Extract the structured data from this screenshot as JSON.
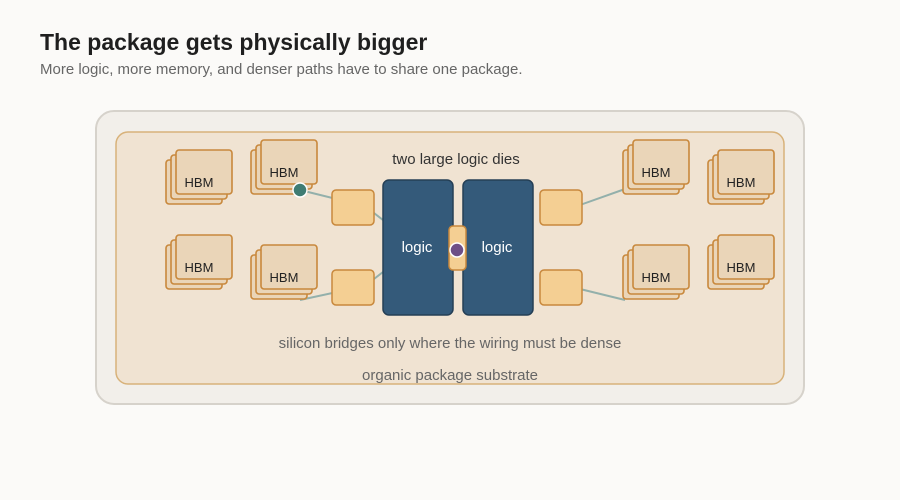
{
  "header": {
    "title": "The package gets physically bigger",
    "subtitle": "More logic, more memory, and denser paths have to share one package."
  },
  "diagram": {
    "label_dies": "two large logic dies",
    "label_bridges": "silicon bridges only where the wiring must be dense",
    "label_substrate": "organic package substrate",
    "logic_left": "logic",
    "logic_right": "logic",
    "hbm_label": "HBM",
    "colors": {
      "outer_frame": "#f2efea",
      "substrate": "#f0e3d2",
      "substrate_border": "#d8b27a",
      "hbm_fill": "#ead5b8",
      "hbm_border": "#c8883c",
      "bridge_fill": "#f4cf93",
      "logic_fill": "#345a7a",
      "wire": "#93b0ab",
      "dot_teal": "#3f7c73",
      "dot_purple": "#6e4f86"
    }
  }
}
